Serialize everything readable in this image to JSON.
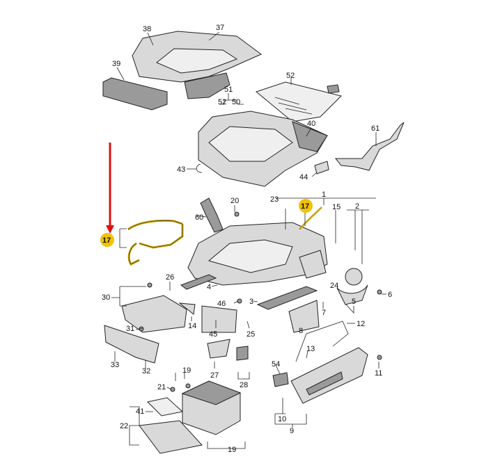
{
  "diagram": {
    "labels": {
      "p1": "1",
      "p2": "2",
      "p3": "3",
      "p4": "4",
      "p5": "5",
      "p6": "6",
      "p7": "7",
      "p8": "8",
      "p9": "9",
      "p10": "10",
      "p11": "11",
      "p12": "12",
      "p13": "13",
      "p14": "14",
      "p15": "15",
      "p17": "17",
      "p17b": "17",
      "p19a": "19",
      "p19b": "19",
      "p20": "20",
      "p21": "21",
      "p22": "22",
      "p23": "23",
      "p24": "24",
      "p25": "25",
      "p26": "26",
      "p27": "27",
      "p28": "28",
      "p30": "30",
      "p31": "31",
      "p32": "32",
      "p33": "33",
      "p37": "37",
      "p38": "38",
      "p39": "39",
      "p40": "40",
      "p41": "41",
      "p43": "43",
      "p44": "44",
      "p45": "45",
      "p46": "46",
      "p50": "50",
      "p51": "51",
      "p52": "52",
      "p52b": "52",
      "p54": "54",
      "p60": "60",
      "p61": "61"
    },
    "highlight_color": "#f2c200",
    "arrow_color": "#e01010"
  }
}
